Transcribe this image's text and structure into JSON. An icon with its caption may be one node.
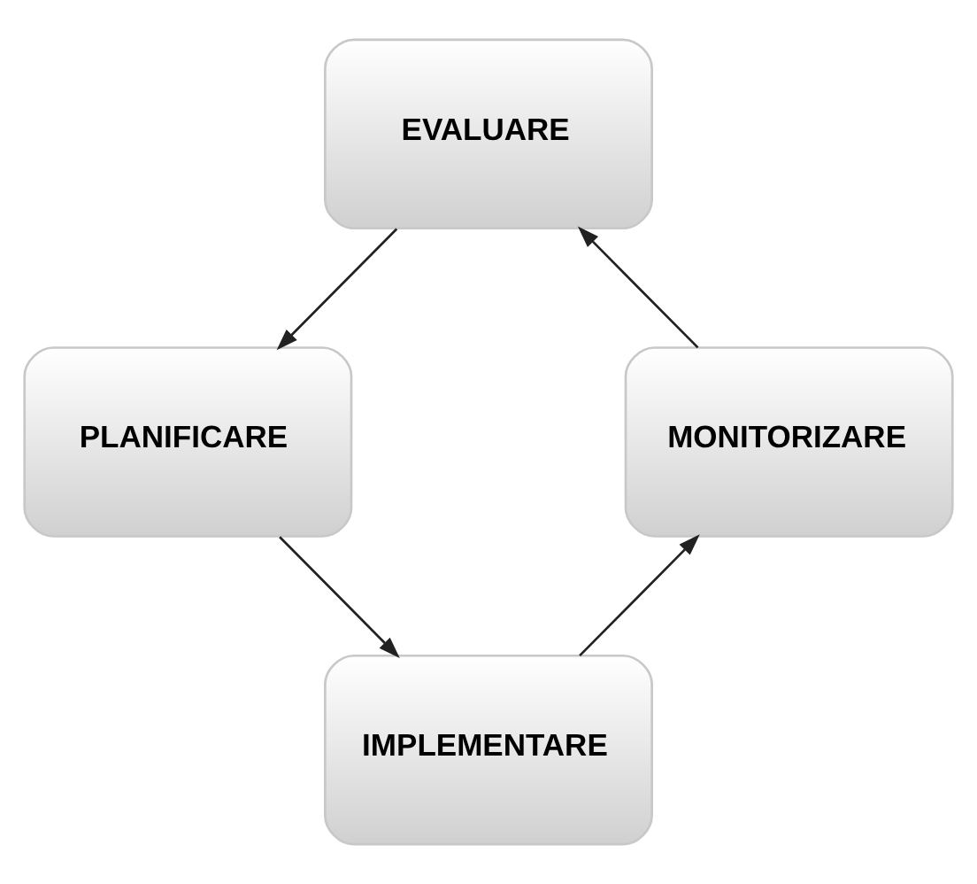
{
  "diagram": {
    "nodes": [
      {
        "text": [
          "EVALUARE"
        ]
      },
      {
        "text": [
          "PLANIFICARE"
        ]
      },
      {
        "text": [
          "IMPLEMENTARE"
        ]
      },
      {
        "text": [
          "MONITORIZARE"
        ]
      }
    ],
    "edges": [
      {
        "from": 0,
        "to": 1,
        "arrow": "to"
      },
      {
        "from": 1,
        "to": 2,
        "arrow": "to"
      },
      {
        "from": 2,
        "to": 3,
        "arrow": "to"
      },
      {
        "from": 3,
        "to": 0,
        "arrow": "to"
      }
    ]
  }
}
